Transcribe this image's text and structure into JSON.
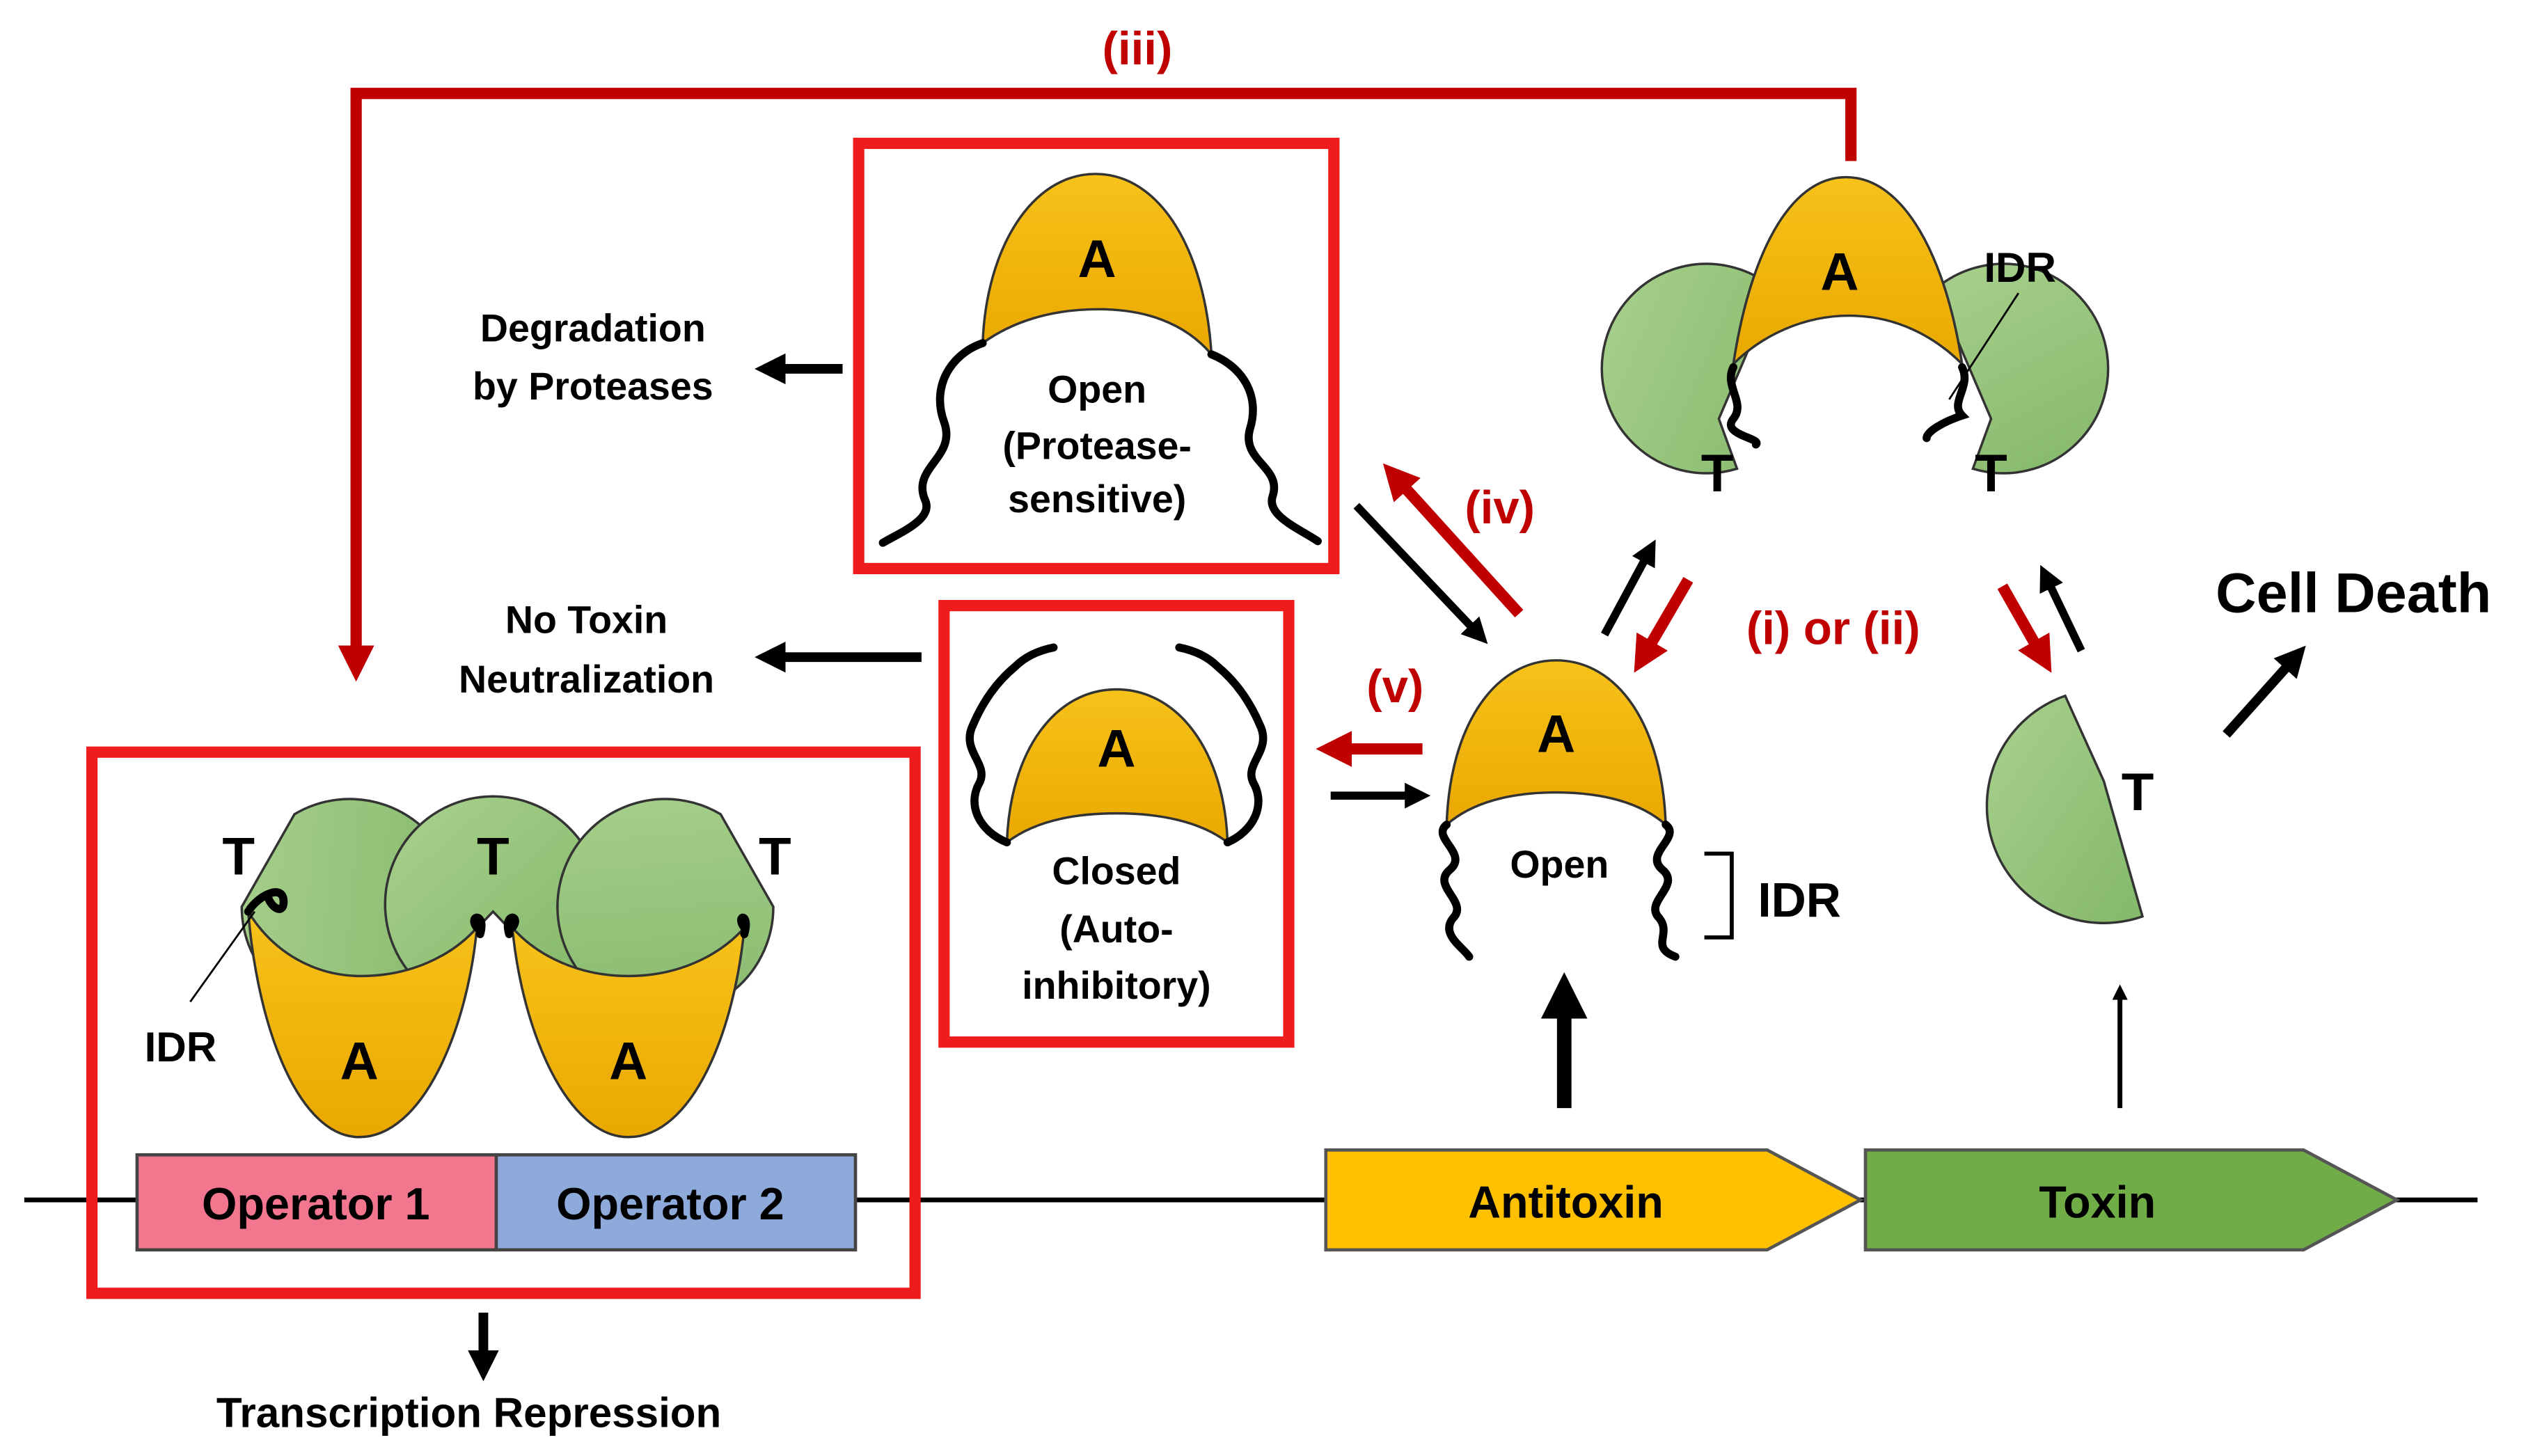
{
  "diagram": {
    "pathway_labels": {
      "iii": "(iii)",
      "iv": "(iv)",
      "v": "(v)",
      "i_or_ii": "(i) or (ii)"
    },
    "antitoxin_letter": "A",
    "toxin_letter": "T",
    "idr_label": "IDR",
    "open_protease_box": {
      "line1": "Open",
      "line2": "(Protease-",
      "line3": "sensitive)"
    },
    "closed_box": {
      "line1": "Closed",
      "line2": "(Auto-",
      "line3": "inhibitory)"
    },
    "open_label": "Open",
    "degradation": {
      "line1": "Degradation",
      "line2": "by Proteases"
    },
    "no_toxin": {
      "line1": "No Toxin",
      "line2": "Neutralization"
    },
    "cell_death": "Cell Death",
    "operator1": "Operator 1",
    "operator2": "Operator 2",
    "antitoxin_gene": "Antitoxin",
    "toxin_gene": "Toxin",
    "transcription_repression": "Transcription Repression",
    "colors": {
      "antitoxin": "#f5b800",
      "toxin": "#93c47d",
      "operator1": "#f3768f",
      "operator2": "#8eaadb",
      "antitoxin_gene": "#ffc000",
      "toxin_gene": "#70ad47",
      "highlight_red": "#c00000",
      "box_red": "#ee1c1c"
    }
  }
}
